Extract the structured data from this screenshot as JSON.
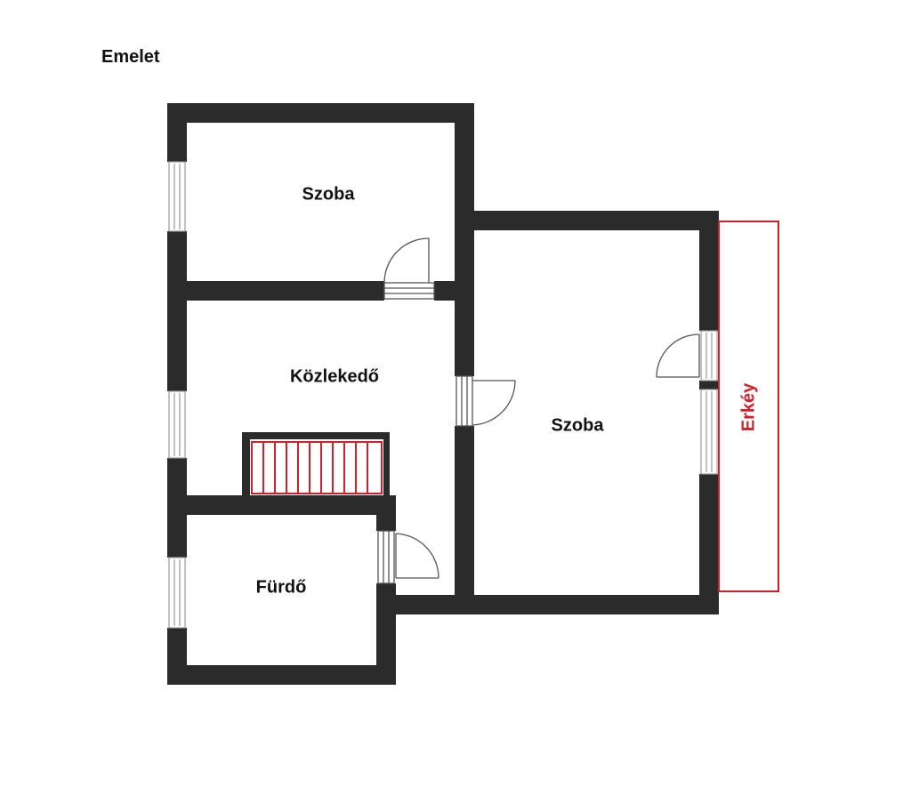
{
  "floor_title": "Emelet",
  "rooms": {
    "szoba_top": "Szoba",
    "kozlekedo": "Közlekedő",
    "furdo": "Fürdő",
    "szoba_right": "Szoba"
  },
  "balcony_label": "Erkéy",
  "colors": {
    "wall": "#2b2b2b",
    "stairs": "#d0202a",
    "balcony": "#d0202a",
    "window": "#9a9a9a"
  }
}
